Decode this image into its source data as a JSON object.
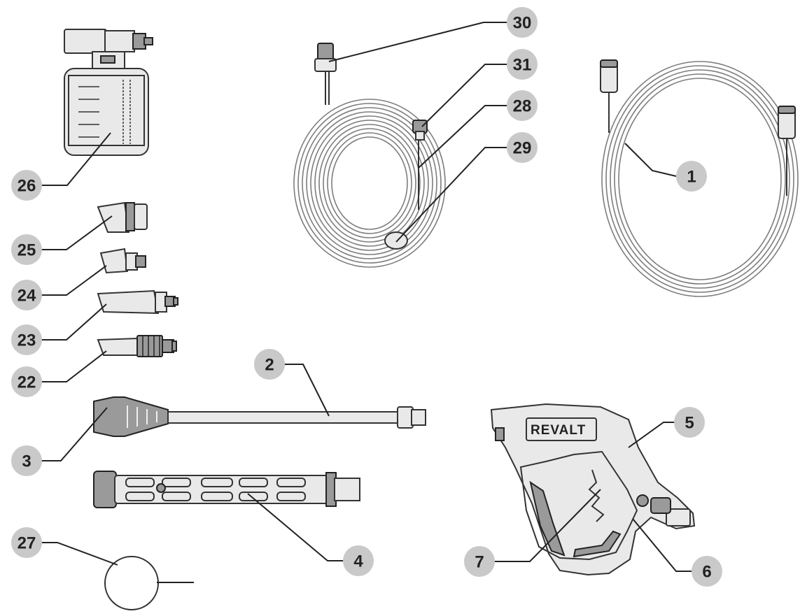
{
  "callouts": {
    "c1": "1",
    "c2": "2",
    "c3": "3",
    "c4": "4",
    "c5": "5",
    "c6": "6",
    "c7": "7",
    "c22": "22",
    "c23": "23",
    "c24": "24",
    "c25": "25",
    "c26": "26",
    "c27": "27",
    "c28": "28",
    "c29": "29",
    "c30": "30",
    "c31": "31"
  },
  "gun_brand_text": "REVALT"
}
